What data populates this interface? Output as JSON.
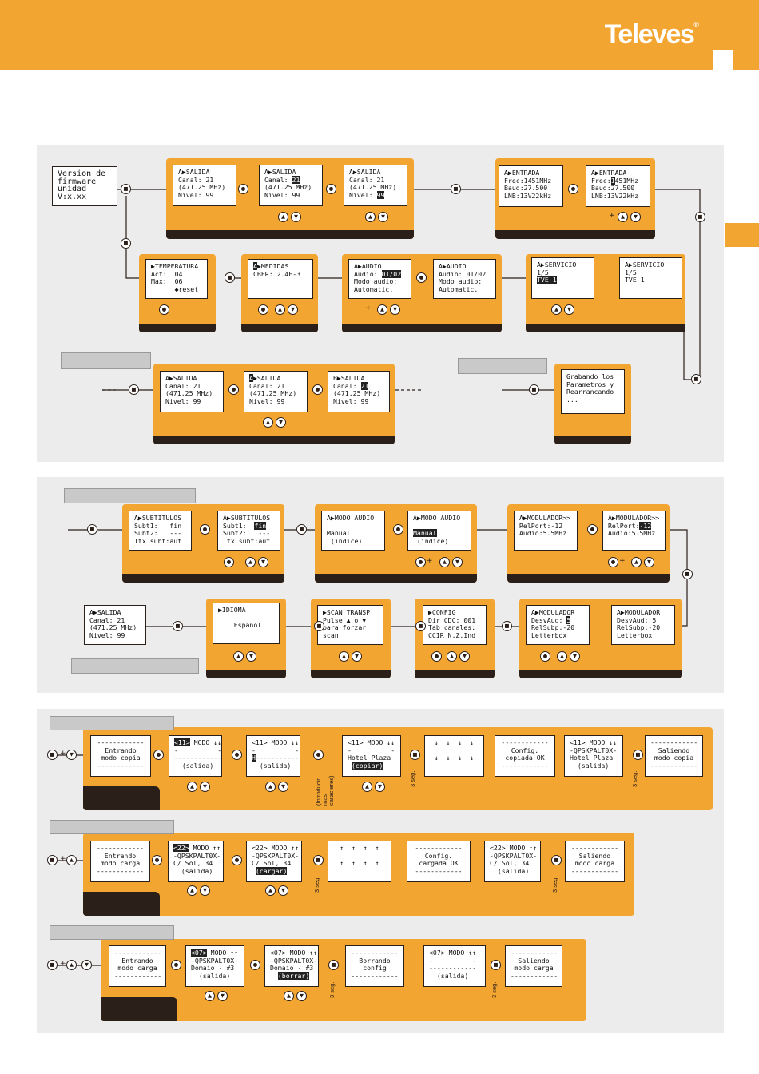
{
  "brand": "Televes",
  "trademark": "®",
  "icons": {
    "ok": "ok-circle-icon",
    "up": "up-triangle-icon",
    "down": "down-triangle-icon",
    "step": "square-step-icon"
  },
  "firmware": "Version de\nfirmware\nunidad\nV:x.xx",
  "screens": {
    "s1": "A▶SALIDA\nCanal: 21\n(471.25 MHz)\nNivel: 99",
    "s2": "A▶SALIDA\nCanal: [21]\n(471.25 MHz)\nNivel: 99",
    "s3": "A▶SALIDA\nCanal: 21\n(471.25 MHz)\nNivel: [99]",
    "e1": "A▶ENTRADA\nFrec:1451MHz\nBaud:27.500\nLNB:13V22kHz",
    "e2": "A▶ENTRADA\nFrec:[1]451MHz\nBaud:27.500\nLNB:13V22kHz",
    "temp": "▶TEMPERATURA\nAct:  04\nMax:  06\n      ◆reset",
    "med": "[A]▶MEDIDAS\nCBER: 2.4E-3",
    "au1": "A▶AUDIO\nAudio: [01/02]\nModo audio:\nAutomatic.",
    "au2": "A▶AUDIO\nAudio: 01/02\nModo audio:\nAutomatic.",
    "sv1": "A▶SERVICIO\n1/5\n[TVE 1]",
    "sv2": "A▶SERVICIO\n1/5\nTVE 1",
    "r3a": "A▶SALIDA\nCanal: 21\n(471.25 MHz)\nNivel: 99",
    "r3b": "[A]▶SALIDA\nCanal: 21\n(471.25 MHz)\nNivel: 99",
    "r3c": "B▶SALIDA\nCanal: [21]\n(471.25 MHz)\nNivel: 99",
    "grab": "Grabando los\nParametros y\nRearrancando\n...",
    "sub1": "A▶SUBTITULOS\nSubt1:   fin\nSubt2:   ---\nTtx subt:aut",
    "sub2": "A▶SUBTITULOS\nSubt1:  [fin]\nSubt2:   ---\nTtx subt:aut",
    "ma1": "A▶MODO AUDIO\n\nManual\n (indice)",
    "ma2": "A▶MODO AUDIO\n\n[Manual]\n (indice)",
    "mo1": "A▶MODULADOR>>\nRelPort:-12\nAudio:5.5MHz",
    "mo2": "A▶MODULADOR>>\nRelPort:[-12]\nAudio:5.5MHz",
    "sal2": "A▶SALIDA\nCanal: 21\n(471.25 MHz)\nNivel: 99",
    "idi": "▶IDIOMA\n\n    Español",
    "scan": "▶SCAN TRANSP\nPulse ▲ o ▼\npara forzar\nscan",
    "conf": "▶CONFIG\nDir CDC: 001\nTab canales:\nCCIR N.Z.Ind",
    "md1": "A▶MODULADOR\nDesvAud: [5]\nRelSubp:-20\nLetterbox",
    "md2": "A▶MODULADOR\nDesvAud: 5\nRelSubp:-20\nLetterbox",
    "c1": "------------\nEntrando\nmodo copia\n------------",
    "c2": "[<11>] MODO ↓↓\n-          -\n------------\n  (salida)",
    "c3": "<11> MODO ↓↓\n-          -\n[H]-----------\n  (salida)",
    "c4": "<11> MODO ↓↓\n-          -\nHotel Plaza\n [(copiar)]",
    "c5": "↓  ↓  ↓  ↓\n\n↓  ↓  ↓  ↓",
    "c6": "------------\nConfig.\ncopiada OK\n------------",
    "c7": "<11> MODO ↓↓\n-QPSKPALT0X-\nHotel Plaza\n  (salida)",
    "c8": "------------\nSaliendo\nmodo copia\n------------",
    "k1": "------------\nEntrando\nmodo carga\n------------",
    "k2": "[<22>] MODO ↑↑\n-QPSKPALT0X-\nC/ Sol, 34\n  (salida)",
    "k3": "<22> MODO ↑↑\n-QPSKPALT0X-\nC/ Sol, 34\n [(cargar)]",
    "k4": "↑  ↑  ↑  ↑\n\n↑  ↑  ↑  ↑",
    "k5": "------------\nConfig.\ncargada OK\n------------",
    "k6": "<22> MODO ↑↑\n-QPSKPALT0X-\nC/ Sol, 34\n  (salida)",
    "k7": "------------\nSaliendo\nmodo carga\n------------",
    "b1": "------------\nEntrando\nmodo carga\n------------",
    "b2": "[<07>] MODO ↑↑\n-QPSKPALT0X-\nDomaio - #3\n  (salida)",
    "b3": "<07> MODO ↑↑\n-QPSKPALT0X-\nDomaio - #3\n  [(borrar)]",
    "b4": "------------\nBorrando\nconfig\n------------",
    "b5": "<07> MODO ↑↑\n-          -\n------------\n  (salida)",
    "b6": "------------\nSaliendo\nmodo carga\n------------"
  },
  "notes": {
    "n3s": "3 seg.",
    "intro": "(Introducir\nmas\ncaracteres)"
  }
}
